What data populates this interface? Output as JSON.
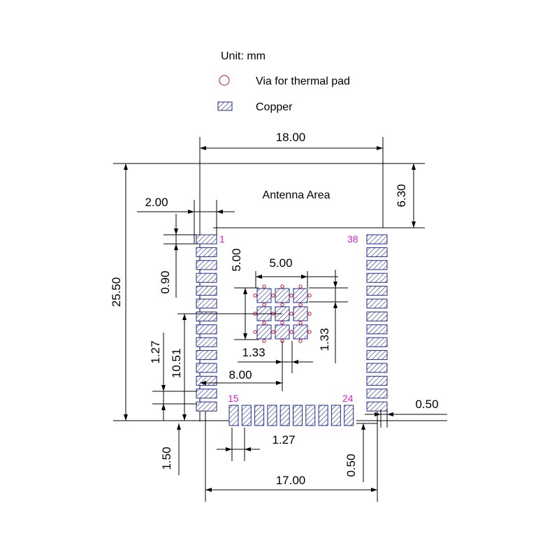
{
  "legend": {
    "unit": "Unit: mm",
    "via_label": "Via for thermal pad",
    "copper_label": "Copper"
  },
  "antenna_label": "Antenna Area",
  "pins": {
    "first": "1",
    "last": "38",
    "bottom_first": "15",
    "bottom_last": "24"
  },
  "dims": {
    "width_top": "18.00",
    "antenna_height": "6.30",
    "edge_offset": "2.00",
    "height": "25.50",
    "pad_pitch_v": "0.90",
    "thermal_height": "5.00",
    "thermal_width": "5.00",
    "thermal_pitch_h": "1.33",
    "thermal_pitch_v": "1.33",
    "pitch_left": "1.27",
    "thermal_y": "10.51",
    "thermal_x": "8.00",
    "right_gap": "0.50",
    "pitch_bottom": "1.27",
    "bottom_gap_left": "1.50",
    "bottom_gap_right": "0.50",
    "width_bottom": "17.00"
  },
  "colors": {
    "pad_stroke": "#1f2a8f",
    "via": "#c8102e",
    "pin_label": "#e020c8"
  }
}
